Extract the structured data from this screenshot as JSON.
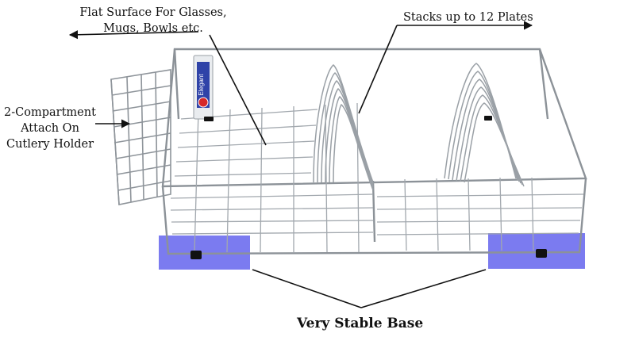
{
  "annotations": {
    "flat_surface": {
      "line1": "Flat Surface For Glasses,",
      "line2": "Mugs, Bowls etc."
    },
    "stacks": "Stacks up to 12 Plates",
    "cutlery": {
      "line1": "2-Compartment",
      "line2": "Attach On",
      "line3": "Cutlery Holder"
    },
    "stable_base": "Very Stable Base"
  },
  "brand_tag": "Elegant",
  "colors": {
    "highlight": "#7b7bf0",
    "wire": "#9aa0a6",
    "wire_dark": "#5d6369",
    "tag_blue": "#2f43a8",
    "arrow": "#111111"
  }
}
